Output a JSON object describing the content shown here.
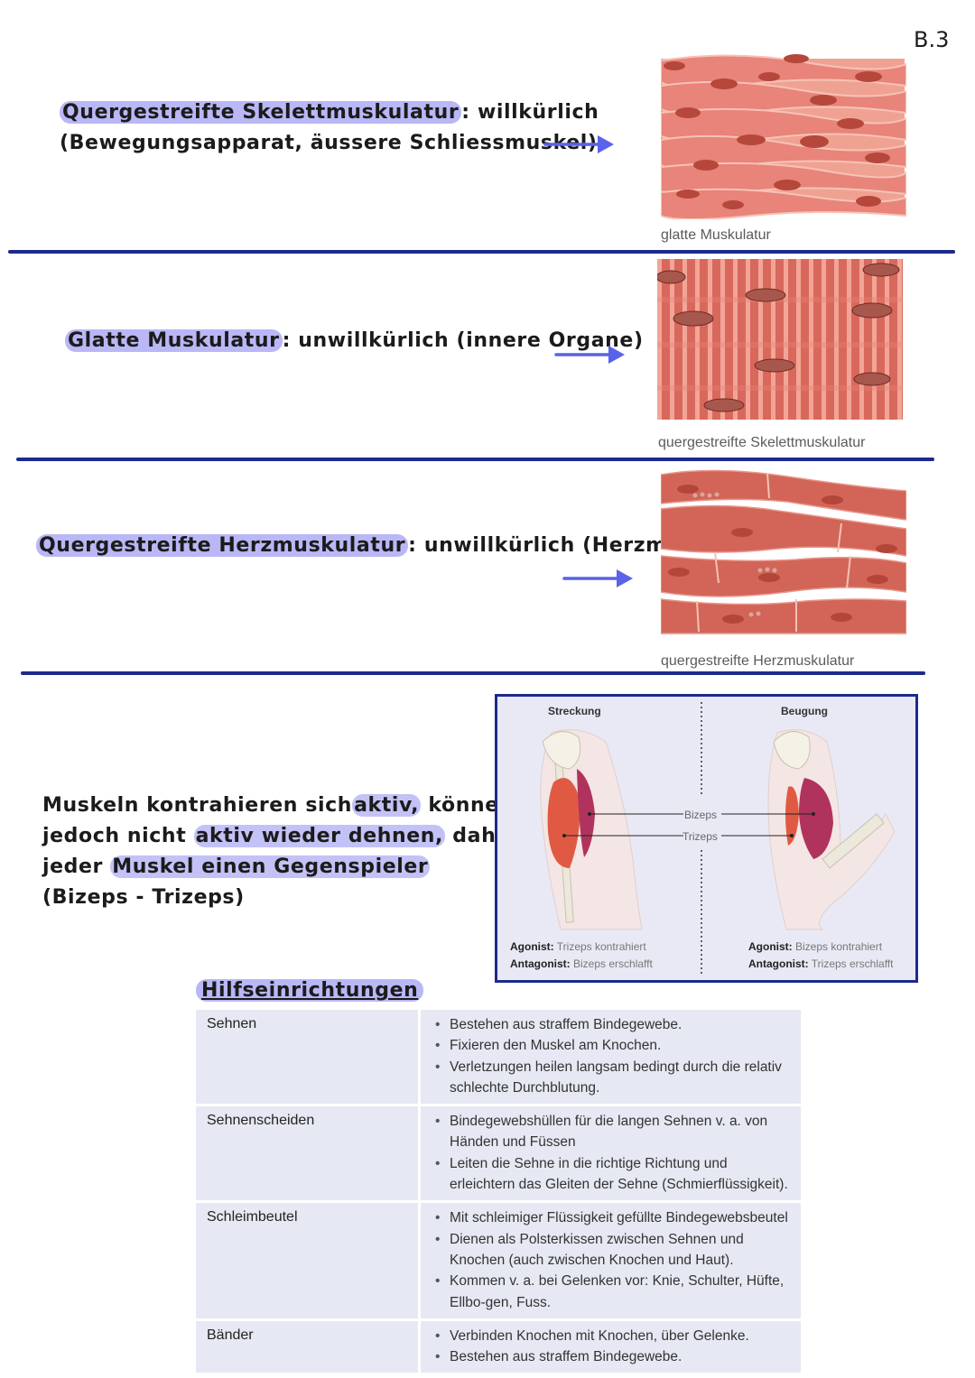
{
  "page_number": "B.3",
  "sections": [
    {
      "term": "Quergestreifte Skelettmuskulatur",
      "rest_line1": ": willkürlich",
      "line2": "(Bewegungsapparat, äussere Schliessmuskel)",
      "image_caption": "glatte Muskulatur"
    },
    {
      "term": "Glatte Muskulatur",
      "rest_line1": ": unwillkürlich (innere Organe)",
      "image_caption": "quergestreifte Skelettmuskulatur"
    },
    {
      "term": "Quergestreifte Herzmuskulatur",
      "term_punct": ":",
      "rest_line1": " unwillkürlich (Herzmuskel)",
      "image_caption": "quergestreifte Herzmuskulatur"
    }
  ],
  "muscle_text": {
    "l1a": "Muskeln kontrahieren sich",
    "l1b": "aktiv,",
    "l1c": " können sich",
    "l2a": "jedoch nicht",
    "l2b": "aktiv wieder dehnen,",
    "l2c": " daher hat",
    "l3a": "jeder",
    "l3b": "Muskel einen Gegenspieler",
    "l4": "(Bizeps - Trizeps)"
  },
  "arm_figure": {
    "left_title": "Streckung",
    "right_title": "Beugung",
    "label_biceps": "Bizeps",
    "label_triceps": "Trizeps",
    "left_agonist_label": "Agonist:",
    "left_agonist_text": "Trizeps kontrahiert",
    "left_antagonist_label": "Antagonist:",
    "left_antagonist_text": "Bizeps erschlafft",
    "right_agonist_label": "Agonist:",
    "right_agonist_text": "Bizeps kontrahiert",
    "right_antagonist_label": "Antagonist:",
    "right_antagonist_text": "Trizeps erschlafft"
  },
  "table_heading": "Hilfseinrichtungen",
  "table": [
    {
      "name": "Sehnen",
      "points": [
        "Bestehen aus straffem Bindegewebe.",
        "Fixieren den Muskel am Knochen.",
        "Verletzungen heilen langsam bedingt durch die relativ schlechte Durchblutung."
      ]
    },
    {
      "name": "Sehnenscheiden",
      "points": [
        "Bindegewebshüllen für die langen Sehnen v. a. von Händen und Füssen",
        "Leiten die Sehne in die richtige Richtung und erleichtern das Gleiten der Sehne (Schmierflüssigkeit)."
      ]
    },
    {
      "name": "Schleimbeutel",
      "points": [
        "Mit schleimiger Flüssigkeit gefüllte Bindegewebsbeutel",
        "Dienen als Polsterkissen zwischen Sehnen und Knochen (auch zwischen Knochen und Haut).",
        "Kommen v. a. bei Gelenken vor: Knie, Schulter, Hüfte, Ellbo-gen, Fuss."
      ]
    },
    {
      "name": "Bänder",
      "points": [
        "Verbinden Knochen mit Knochen, über Gelenke.",
        "Bestehen aus straffem Bindegewebe."
      ]
    }
  ],
  "colors": {
    "highlight": "#b9b7f6",
    "arrow": "#5a62ea",
    "separator": "#1c2a8c",
    "muscle": "#e8847a"
  }
}
